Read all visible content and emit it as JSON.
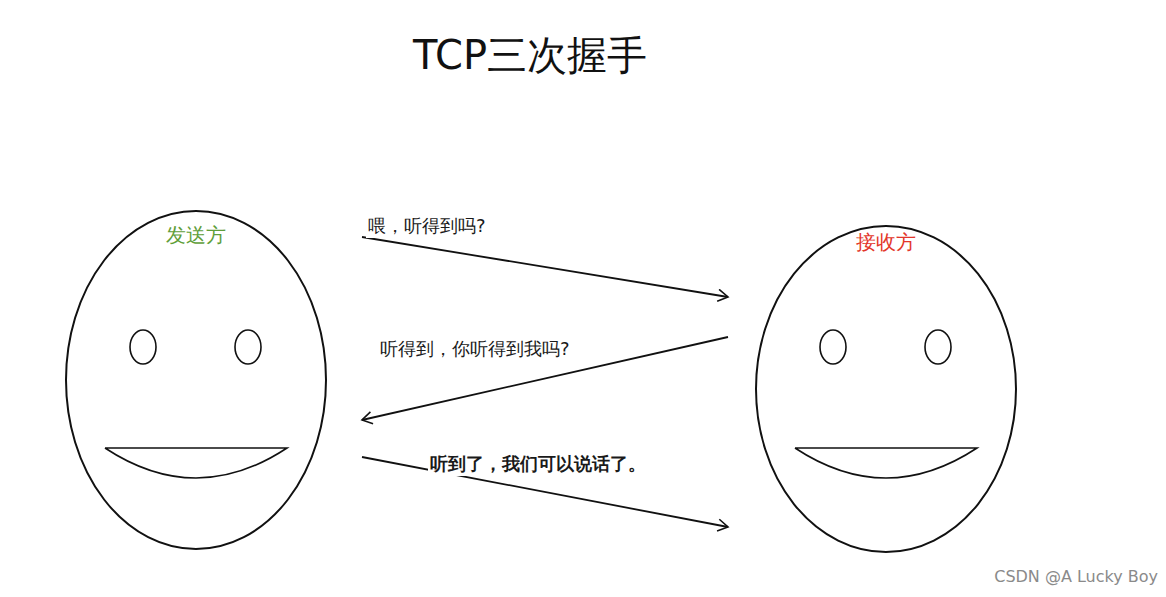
{
  "diagram": {
    "title": "TCP三次握手",
    "nodes": [
      {
        "text": [
          "发送方"
        ]
      },
      {
        "text": [
          "接收方"
        ]
      }
    ],
    "edges": [
      {
        "from": 0,
        "to": 1,
        "label": "喂，听得到吗?",
        "arrow": "to"
      },
      {
        "from": 1,
        "to": 0,
        "label": "听得到，你听得到我吗?",
        "arrow": "to"
      },
      {
        "from": 0,
        "to": 1,
        "label": "听到了，我们可以说话了。",
        "arrow": "to"
      }
    ],
    "labels": [
      "CSDN @A  Lucky  Boy"
    ]
  }
}
